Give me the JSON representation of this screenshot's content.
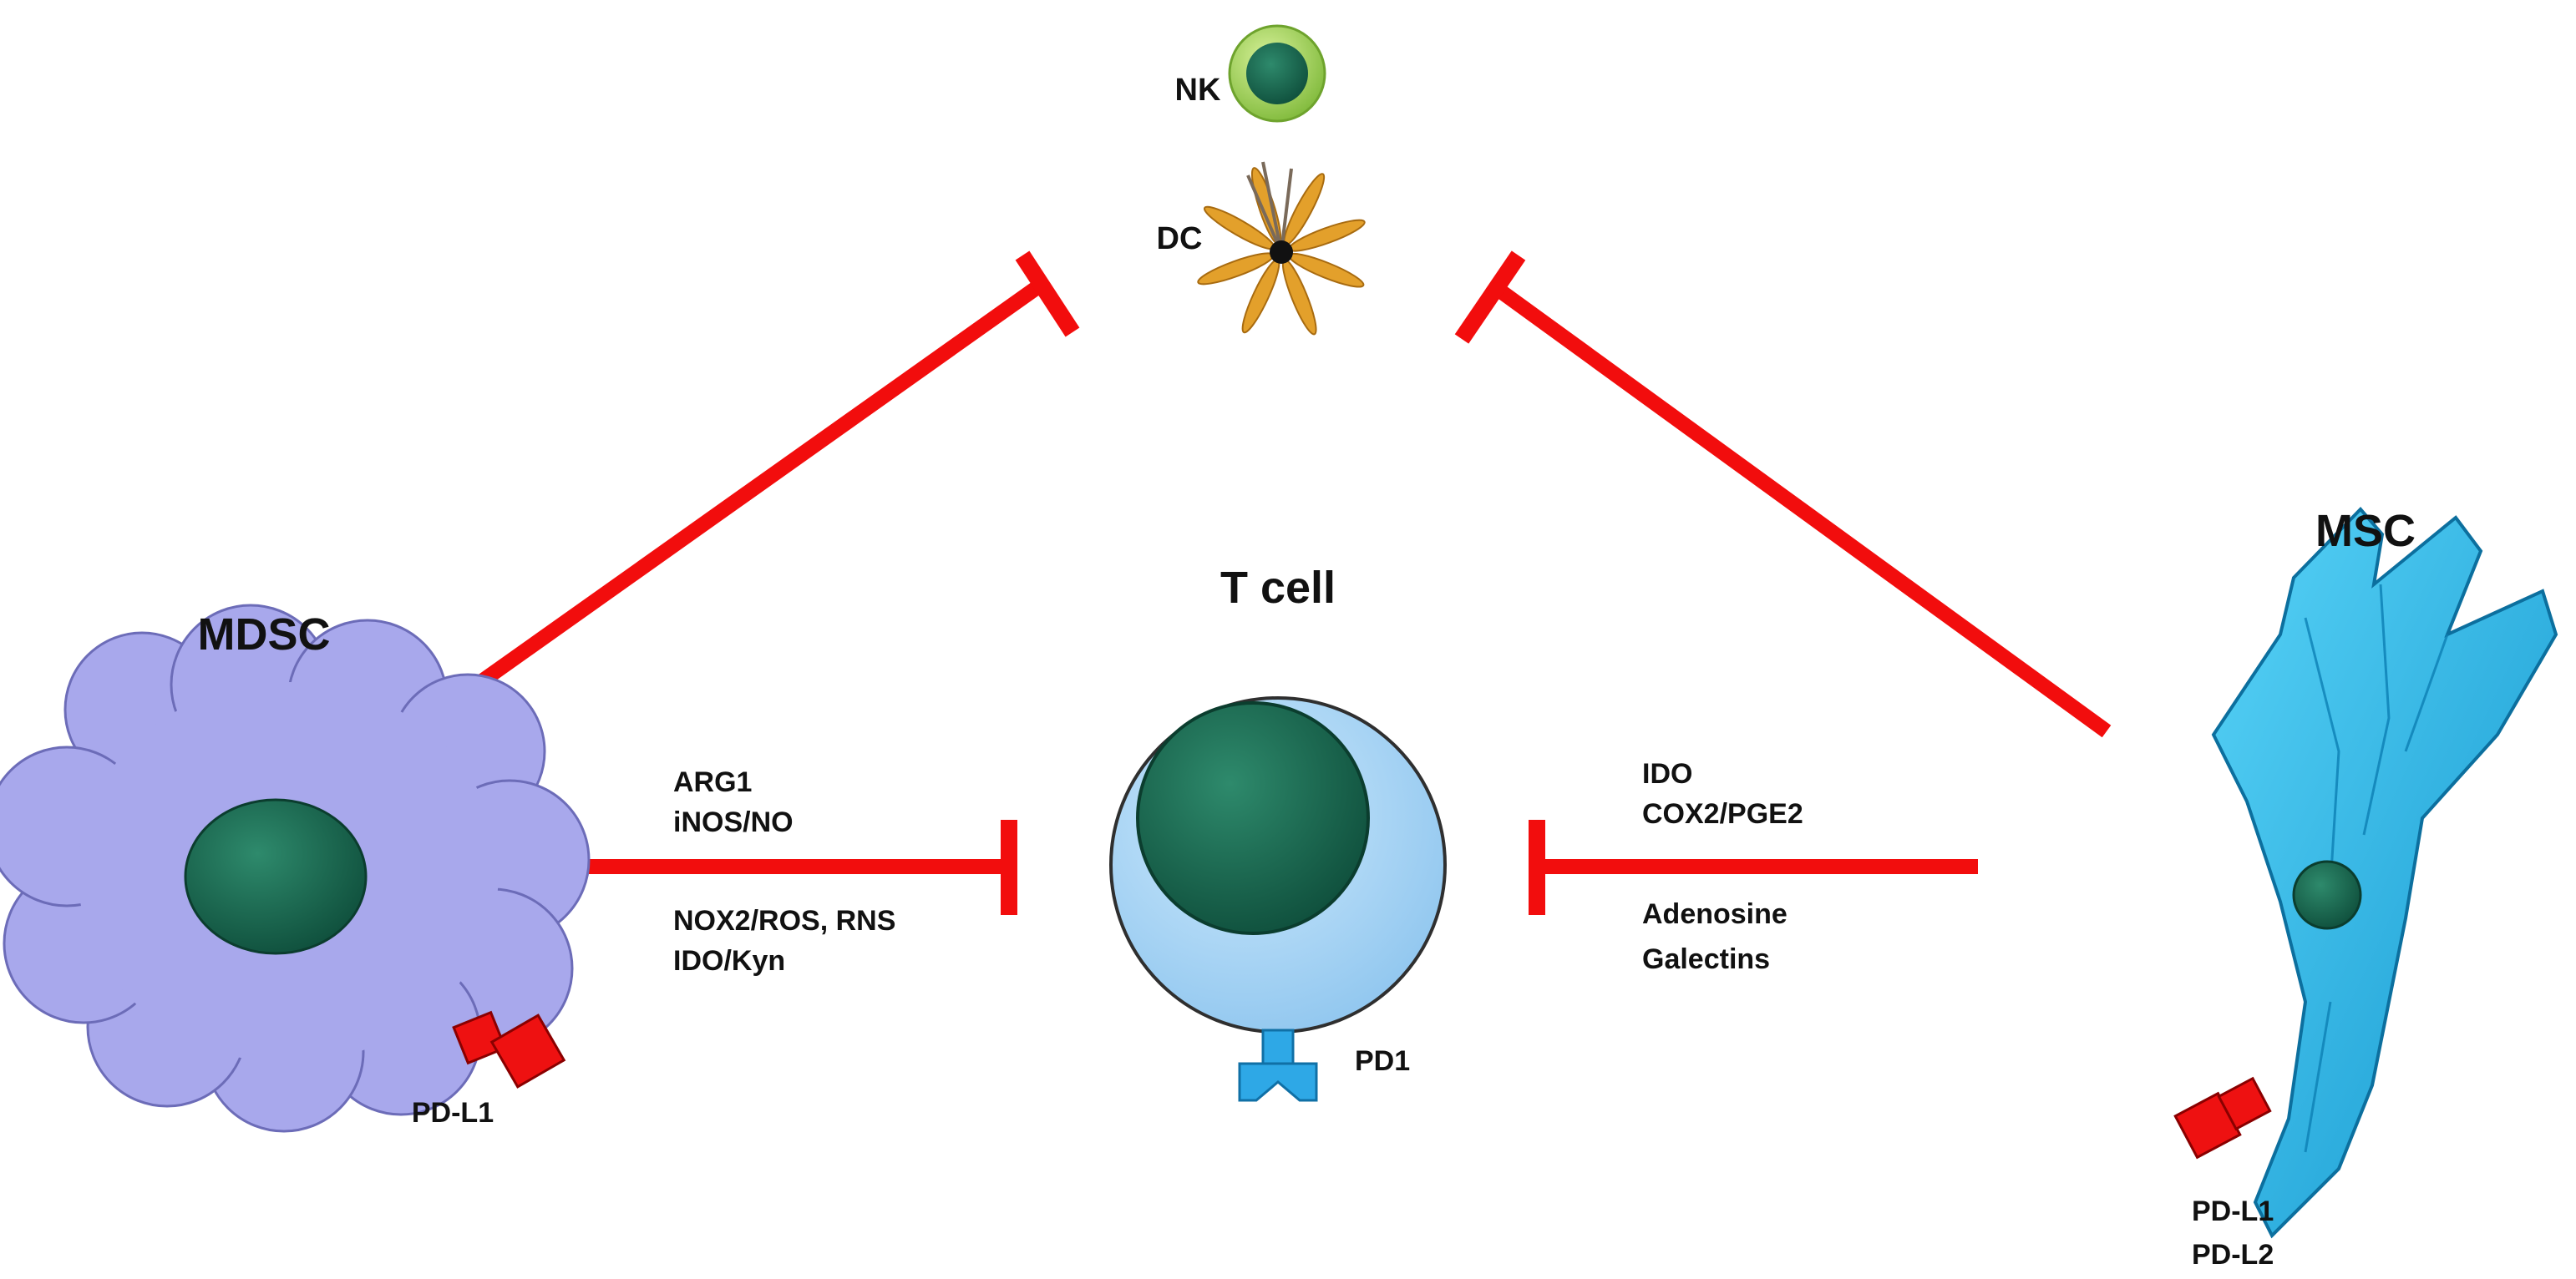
{
  "cells": {
    "nk": {
      "label": "NK"
    },
    "dc": {
      "label": "DC"
    },
    "tcell": {
      "label": "T cell",
      "receptor_label": "PD1"
    },
    "mdsc": {
      "label": "MDSC",
      "ligand_label": "PD-L1"
    },
    "msc": {
      "label": "MSC",
      "ligand_labels": [
        "PD-L1",
        "PD-L2"
      ]
    }
  },
  "mdsc_to_tcell_factors": {
    "above": [
      "ARG1",
      "iNOS/NO"
    ],
    "below": [
      "NOX2/ROS, RNS",
      "IDO/Kyn"
    ]
  },
  "msc_to_tcell_factors": {
    "above": [
      "IDO",
      "COX2/PGE2"
    ],
    "below": [
      "Adenosine",
      "Galectins"
    ]
  },
  "colors": {
    "inhibition": "#f20d0d",
    "mdsc_body": "#a8a8ec",
    "nucleus": "#1a6a52",
    "tcell_body": "#aad6f7",
    "msc_body": "#25b5e8",
    "pd_marker": "#ee1111",
    "nk_ring": "#a6d65a",
    "dc_arm": "#e3a02b"
  }
}
